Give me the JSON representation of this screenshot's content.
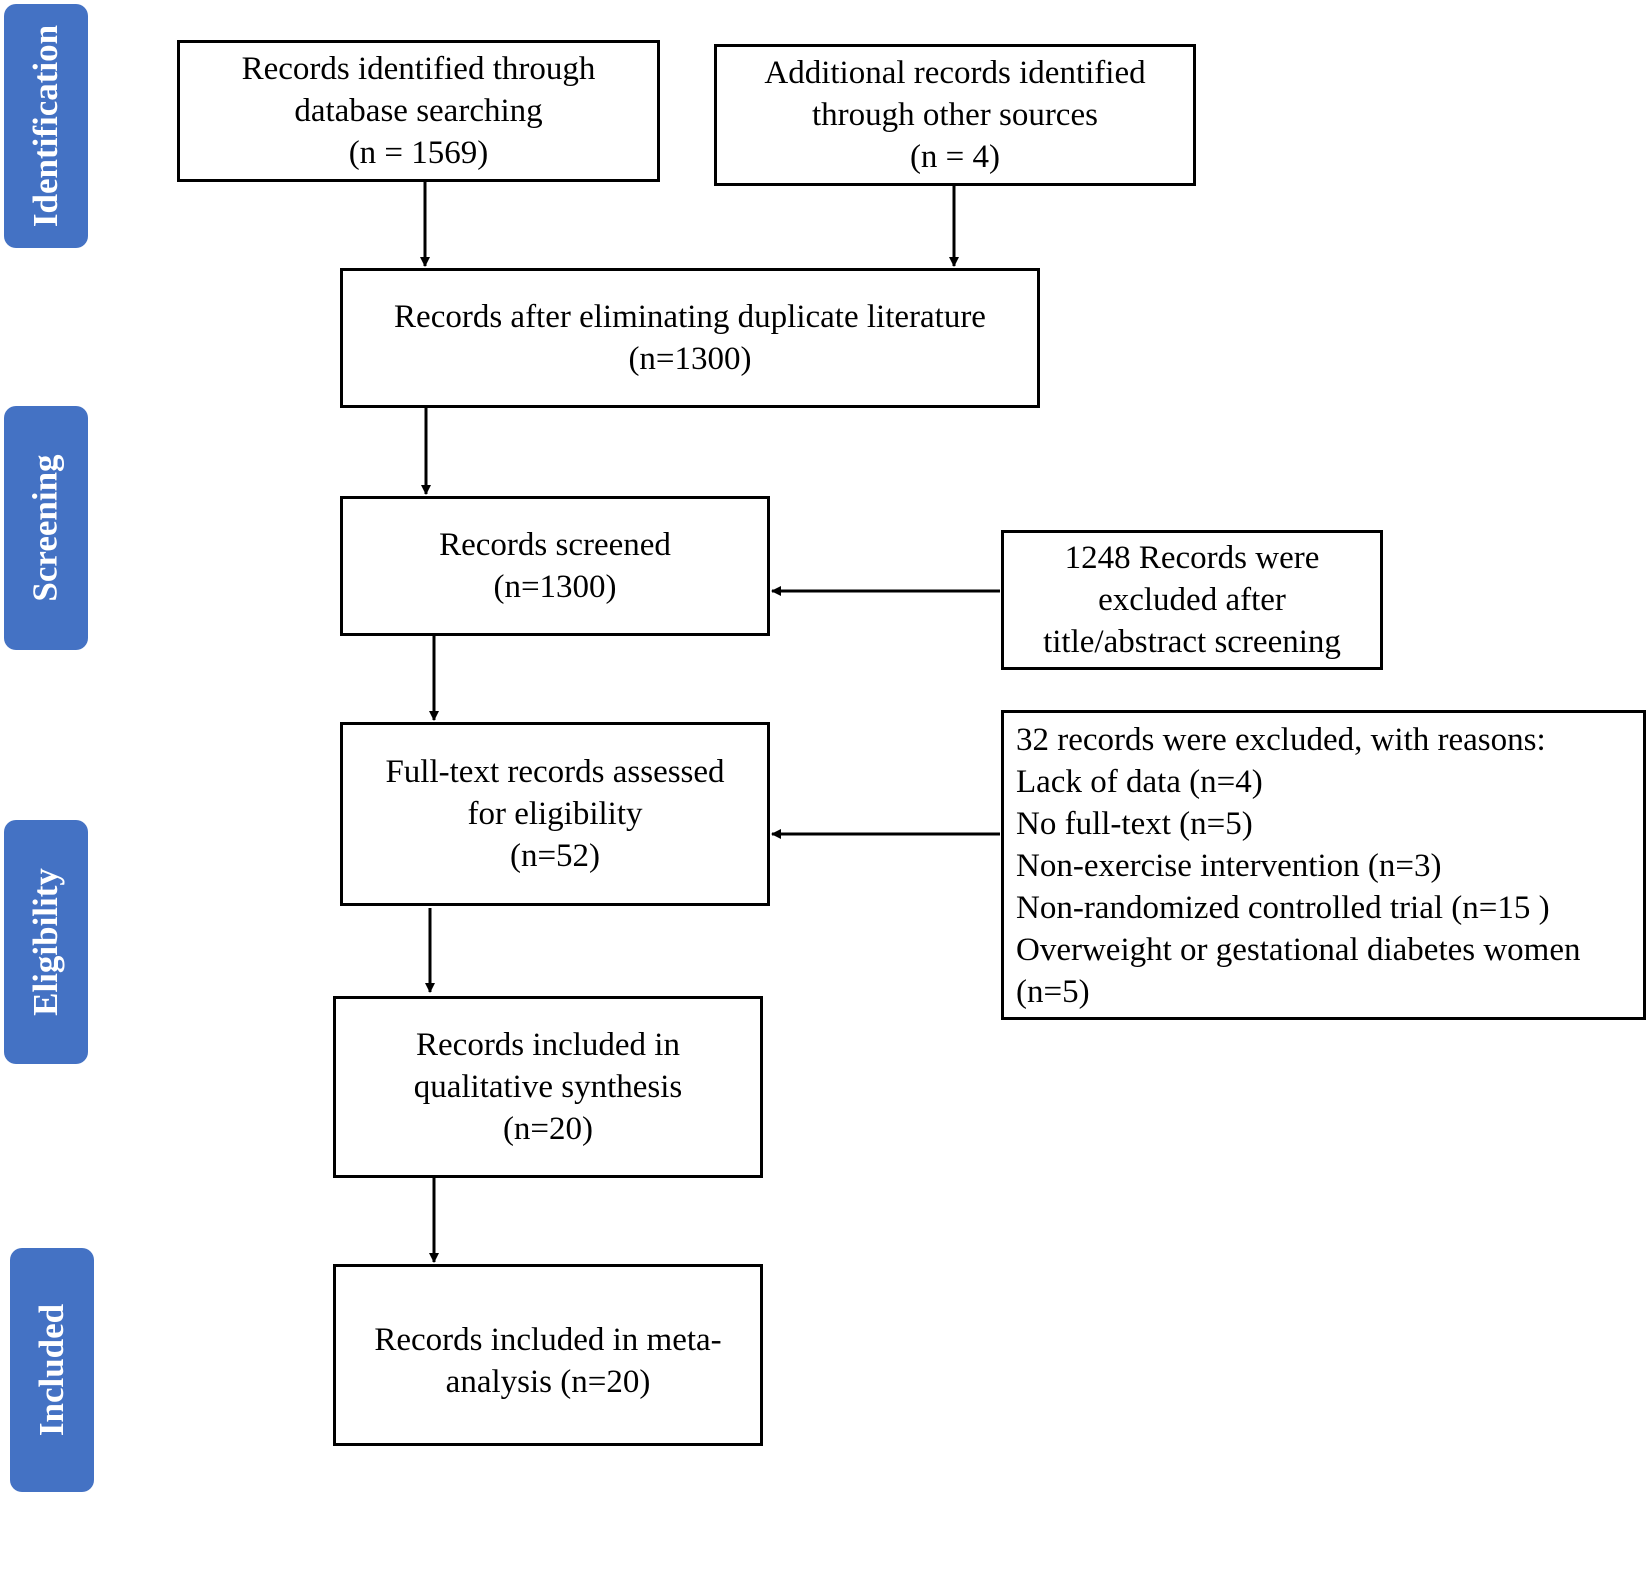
{
  "stages": {
    "identification": "Identification",
    "screening": "Screening",
    "eligibility": "Eligibility",
    "included": "Included"
  },
  "boxes": {
    "database_search": [
      "Records identified through",
      "database searching",
      "(n = 1569)"
    ],
    "other_sources": [
      "Additional records identified",
      "through other sources",
      "(n = 4)"
    ],
    "after_duplicates": [
      "Records after eliminating duplicate literature",
      "(n=1300)"
    ],
    "screened": [
      "Records screened",
      "(n=1300)"
    ],
    "excluded_title_abstract": [
      "1248 Records were",
      "excluded after",
      "title/abstract  screening"
    ],
    "full_text_assessed": [
      "Full-text records assessed",
      "for eligibility",
      "(n=52)"
    ],
    "excluded_reasons": [
      "32 records were excluded, with reasons:",
      "Lack of data (n=4)",
      "No full-text (n=5)",
      "Non-exercise intervention (n=3)",
      "Non-randomized controlled trial (n=15 )",
      "Overweight or gestational diabetes women",
      "(n=5)"
    ],
    "qualitative_synthesis": [
      "Records included in",
      "qualitative synthesis",
      "(n=20)"
    ],
    "meta_analysis": [
      "Records included in meta-",
      "analysis (n=20)"
    ]
  },
  "colors": {
    "stage_tab": "#4472c4",
    "box_border": "#000000"
  }
}
